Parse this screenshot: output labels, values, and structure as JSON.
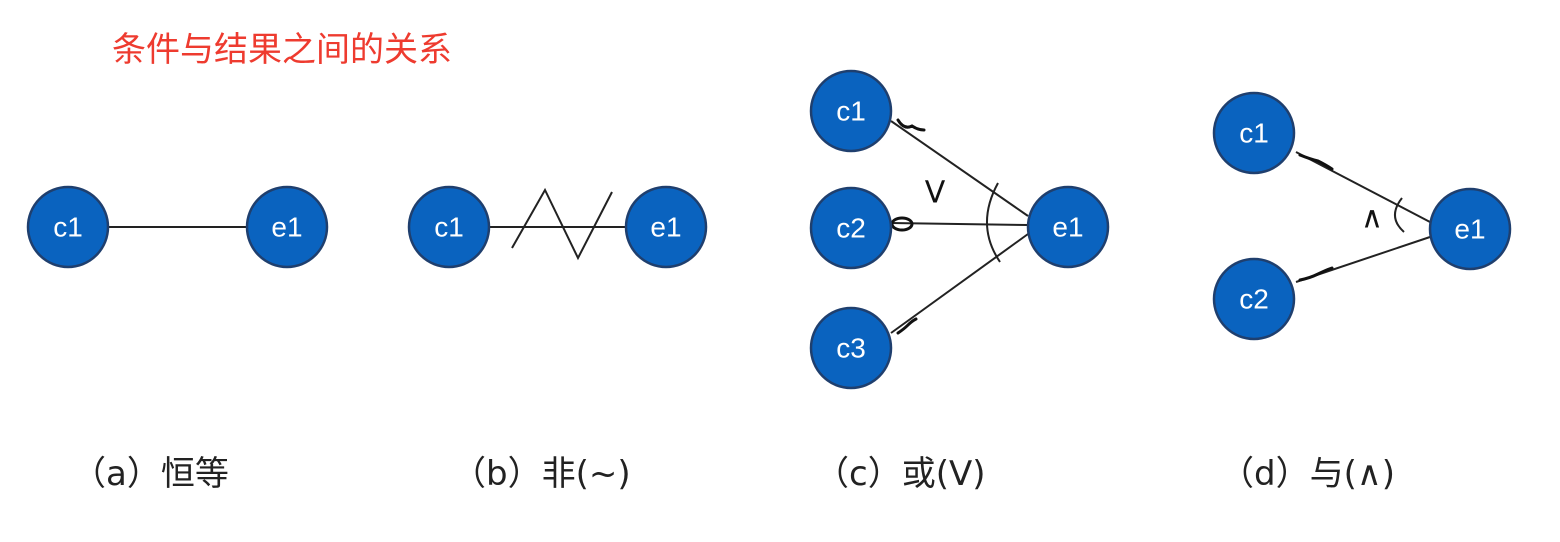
{
  "title": "条件与结果之间的关系",
  "colors": {
    "title": "#ee3b2f",
    "node_fill": "#0a63bf",
    "node_stroke": "#1f3f6e",
    "edge": "#222222"
  },
  "panels": {
    "a": {
      "caption": "（a）恒等",
      "nodes": {
        "c1": "c1",
        "e1": "e1"
      }
    },
    "b": {
      "caption": "（b）非(~)",
      "nodes": {
        "c1": "c1",
        "e1": "e1"
      }
    },
    "c": {
      "caption": "（c）或(V)",
      "operator": "V",
      "nodes": {
        "c1": "c1",
        "c2": "c2",
        "c3": "c3",
        "e1": "e1"
      }
    },
    "d": {
      "caption": "（d）与(∧)",
      "operator": "∧",
      "nodes": {
        "c1": "c1",
        "c2": "c2",
        "e1": "e1"
      }
    }
  }
}
